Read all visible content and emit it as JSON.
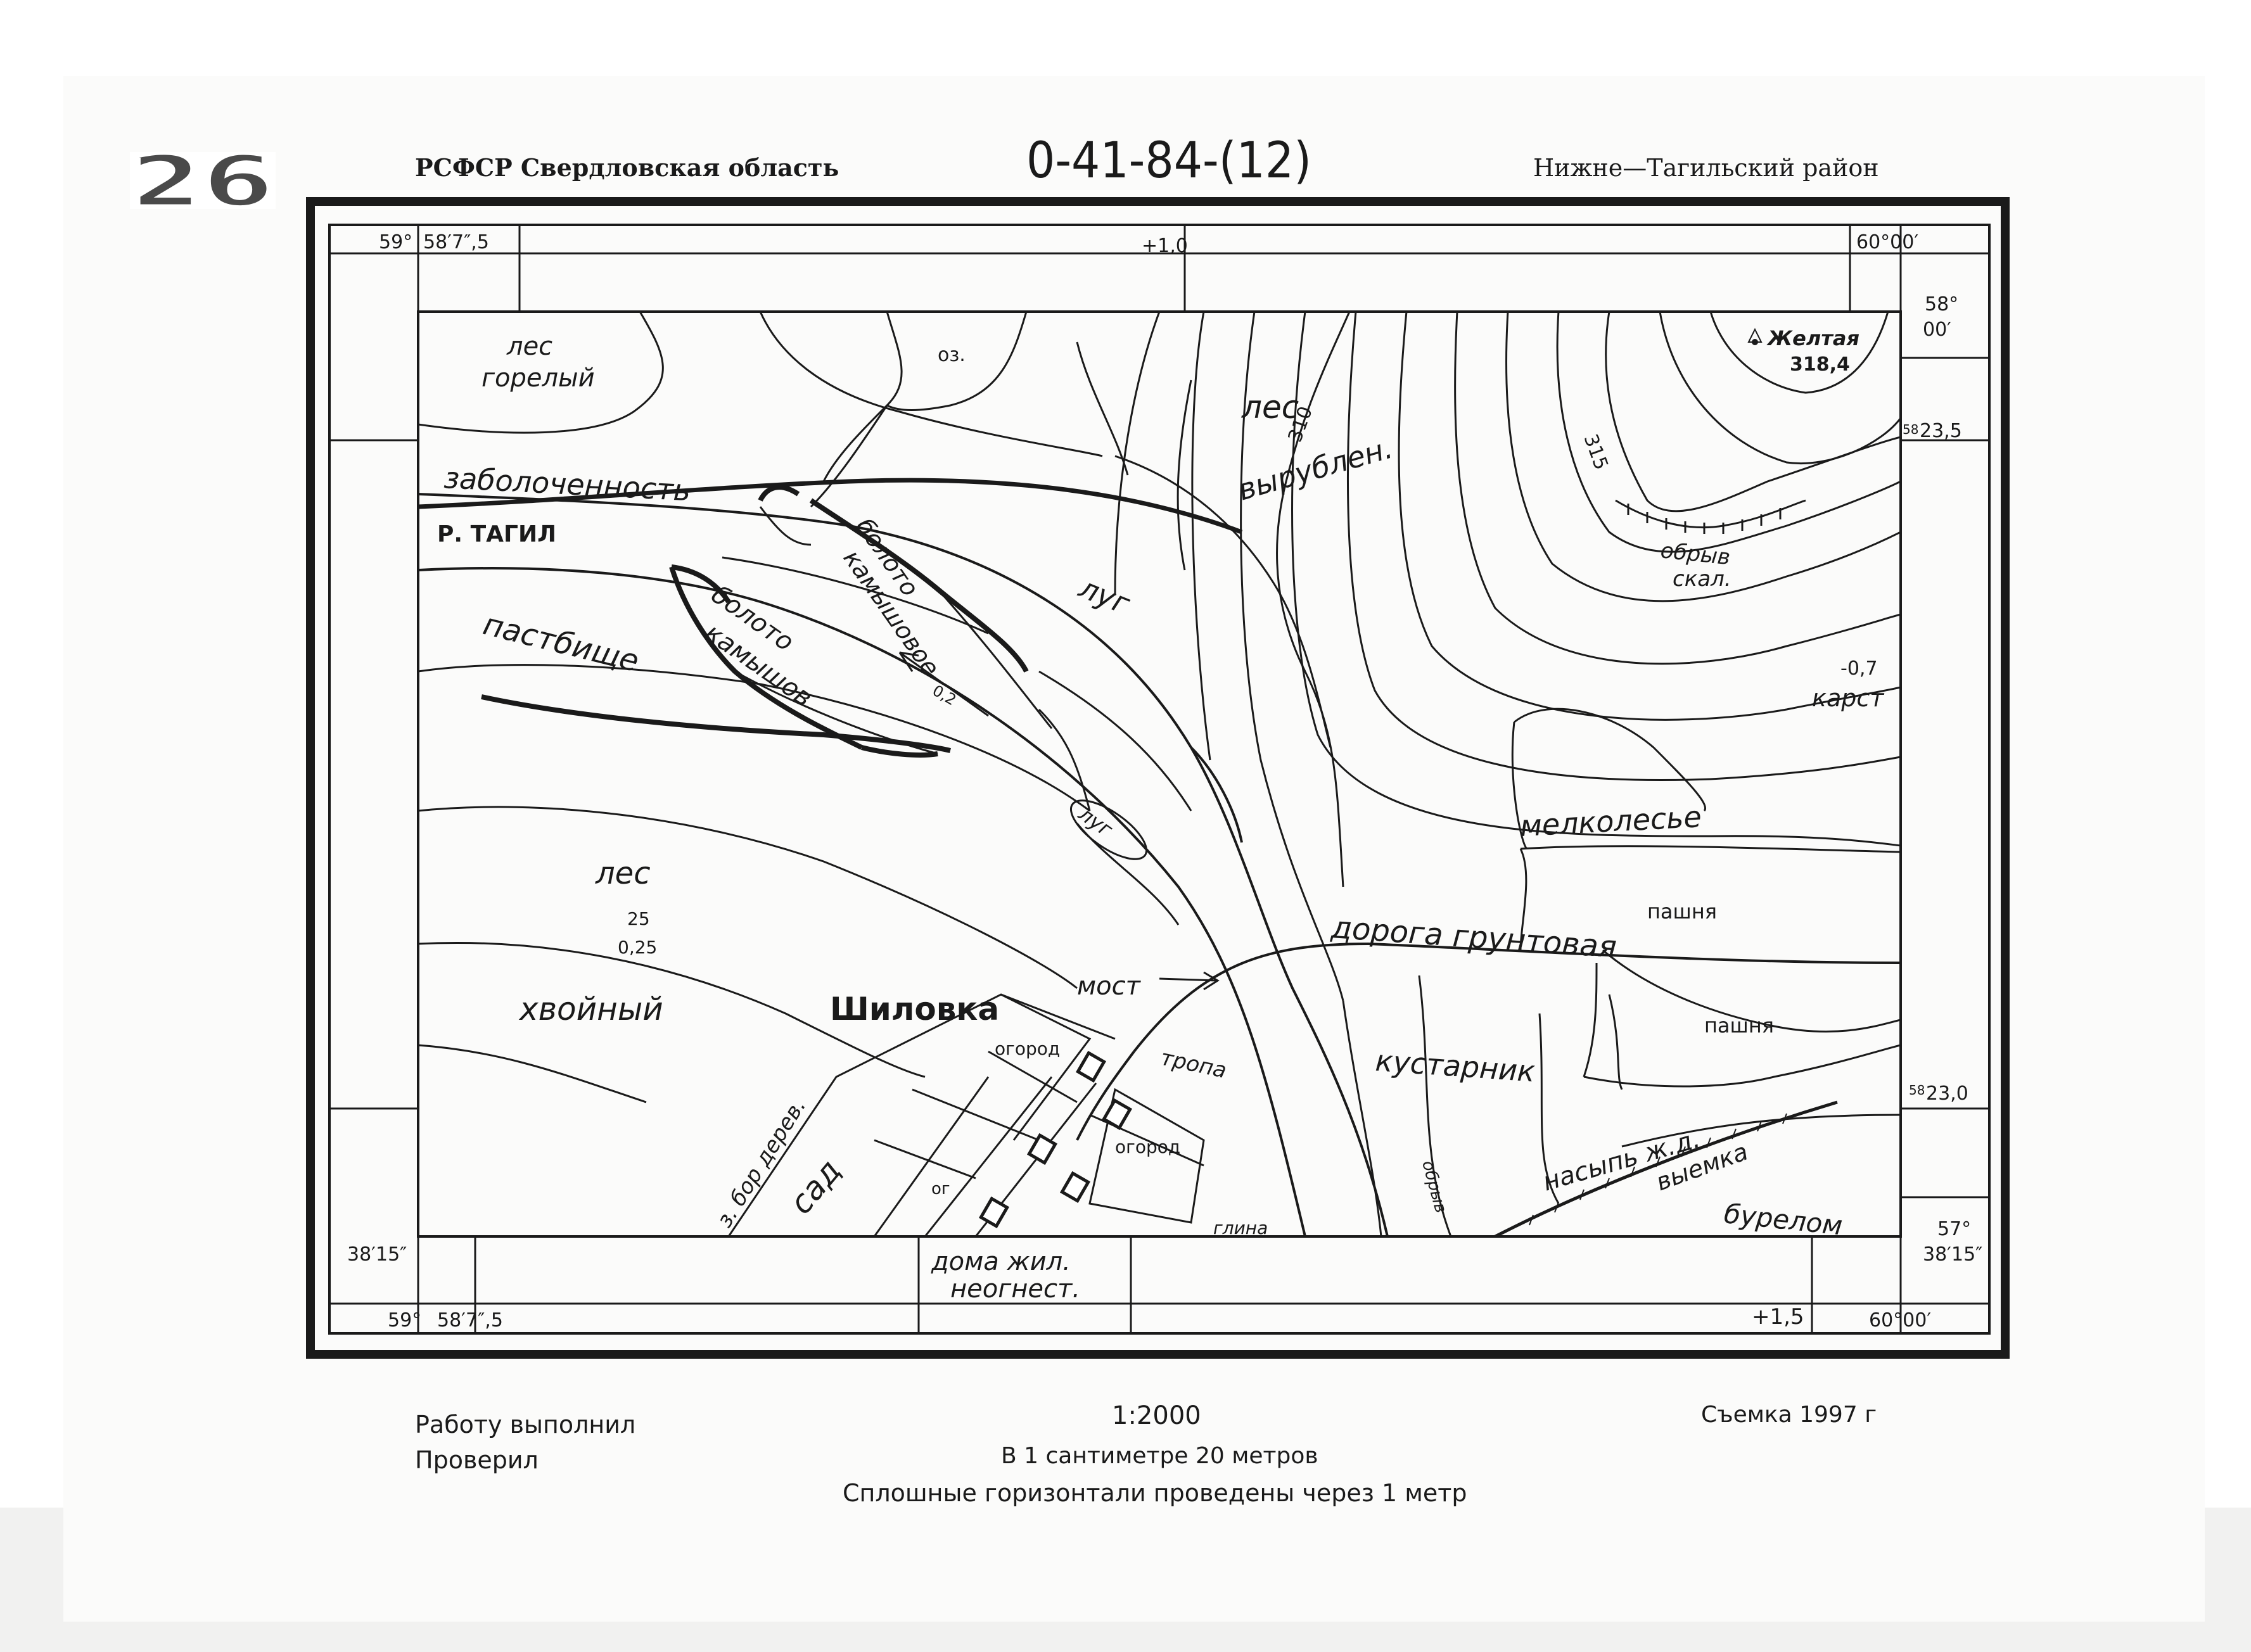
{
  "sheet_badge": "26",
  "header": {
    "left": "РСФСР Свердловская область",
    "nomenclature": "0-41-84-(12)",
    "right": "Нижне—Тагильский район"
  },
  "frame": {
    "nw_lon": "59°",
    "nw_lon_min": "58′7″,5",
    "sw_lon": "59°",
    "sw_lon_min": "58′7″,5",
    "n_grid": "+1,0",
    "s_grid": "+1,5",
    "ne_lon": "60°00′",
    "se_lon": "60°00′",
    "ne_lat": "58°",
    "ne_lat_min": "00′",
    "e_grid_upper": "23,5",
    "e_grid_upper_prefix": "58",
    "e_grid_lower": "23,0",
    "e_grid_lower_prefix": "58",
    "se_lat": "57°",
    "se_lat_min": "38′15″",
    "sw_lat": "38′15″"
  },
  "labels": {
    "les_gorely_1": "лес",
    "les_gorely_2": "горелый",
    "oz": "оз.",
    "zabolochennost": "заболоченность",
    "r_tagil": "Р. ТАГИЛ",
    "pastbische": "пастбище",
    "boloto1_a": "болото",
    "boloto1_b": "камышов",
    "boloto2_a": "болото",
    "boloto2_b": "камышовое",
    "current": "0,2",
    "lug_island": "луг",
    "lug": "луг",
    "les_vyrublen_1": "лес",
    "les_vyrublen_2": "вырублен.",
    "contour_315": "315",
    "contour_310": "310",
    "punkt_ggs": "пункт ГГС",
    "zheltaya": "Желтая",
    "height": "318,4",
    "obryv_skal_1": "обрыв",
    "obryv_skal_2": "скал.",
    "karst_depth": "-0,7",
    "karst": "карст",
    "melkolesye": "мелколесье",
    "pashnya_1": "пашня",
    "pashnya_2": "пашня",
    "doroga": "дорога грунтовая",
    "les_hvoyny_1": "лес",
    "les_hvoyny_2": "хвойный",
    "tree_height": "25",
    "tree_thick": "0,25",
    "shilovka": "Шиловка",
    "most": "мост",
    "kustarnik": "кустарник",
    "tropa": "тропа",
    "ogorod_1": "огород",
    "ogorod_2": "огород",
    "og": "ог",
    "sad": "сад",
    "zabor": "з. бор дерев.",
    "nasyp": "насыпь ж.д.",
    "vyemka": "выемка",
    "burelom": "бурелом",
    "obryv": "обрыв",
    "glina": "глина",
    "doma_1": "дома жил.",
    "doma_2": "неогнест."
  },
  "footer": {
    "done_by": "Работу выполнил",
    "checked": "Проверил",
    "scale": "1:2000",
    "scale_text": "В 1 сантиметре 20 метров",
    "contour_text": "Сплошные горизонтали проведены через 1 метр",
    "survey": "Съемка 1997 г"
  }
}
